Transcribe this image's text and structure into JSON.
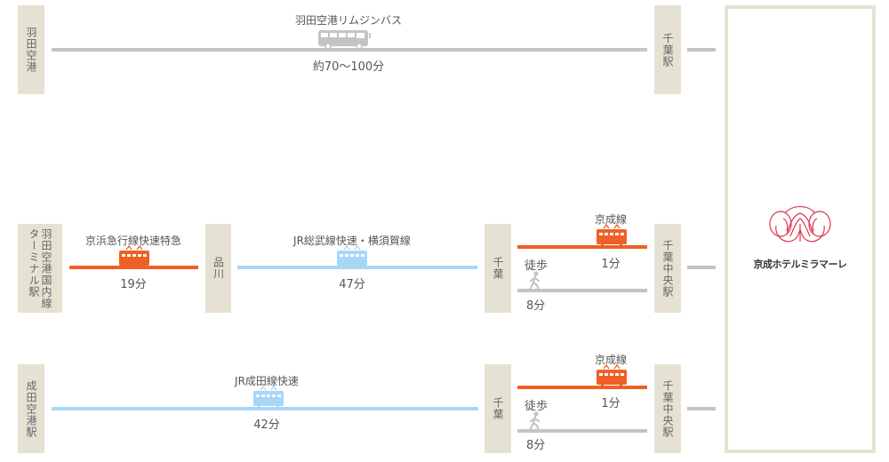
{
  "routes": {
    "haneda_bus": {
      "origin": "羽田空港",
      "service": "羽田空港リムジンバス",
      "duration": "約70〜100分",
      "destination": "千葉駅",
      "icon": "bus-icon",
      "color": "#c4c4c4"
    },
    "haneda_rail": {
      "origin_line1": "羽田空港国内線",
      "origin_line2": "ターミナル駅",
      "segments": [
        {
          "service": "京浜急行線快速特急",
          "duration": "19分",
          "icon": "train-icon",
          "color": "#ef6026"
        },
        {
          "transfer": "品川"
        },
        {
          "service": "JR総武線快速・横須賀線",
          "duration": "47分",
          "icon": "train-icon",
          "color": "#a9d6f7"
        },
        {
          "transfer": "千葉"
        }
      ],
      "final_options": [
        {
          "service": "京成線",
          "duration": "1分",
          "icon": "train-icon",
          "color": "#ef6026"
        },
        {
          "service": "徒歩",
          "duration": "8分",
          "icon": "walking-person-icon",
          "color": "#c4c4c4"
        }
      ],
      "destination": "千葉中央駅"
    },
    "narita_rail": {
      "origin": "成田空港駅",
      "segments": [
        {
          "service": "JR成田線快速",
          "duration": "42分",
          "icon": "train-icon",
          "color": "#a9d6f7"
        },
        {
          "transfer": "千葉"
        }
      ],
      "final_options": [
        {
          "service": "京成線",
          "duration": "1分",
          "icon": "train-icon",
          "color": "#ef6026"
        },
        {
          "service": "徒歩",
          "duration": "8分",
          "icon": "walking-person-icon",
          "color": "#c4c4c4"
        }
      ],
      "destination": "千葉中央駅"
    }
  },
  "hotel": {
    "name": "京成ホテルミラマーレ",
    "logo": "miramare-script-logo",
    "logo_color": "#e0344f"
  }
}
